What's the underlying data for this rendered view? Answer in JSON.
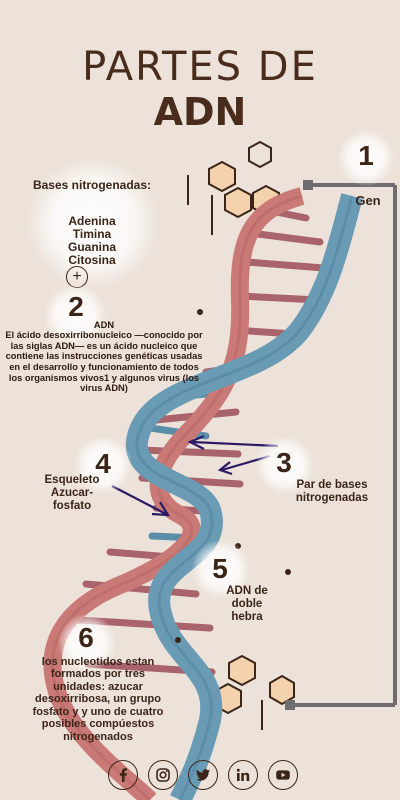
{
  "title": {
    "line1": "PARTES DE",
    "line2": "ADN"
  },
  "parts": {
    "p1": {
      "number": "1",
      "label": "Gen"
    },
    "bases": {
      "heading": "Bases nitrogenadas:",
      "items": [
        "Adenina",
        "Timina",
        "Guanina",
        "Citosina"
      ],
      "expand": "+"
    },
    "p2": {
      "number": "2",
      "heading": "ADN",
      "text": "El ácido desoxirribonucleico —conocido por las siglas ADN— es un ácido nucleico que contiene las instrucciones genéticas usadas en el desarrollo y funcionamiento de todos los organismos vivos1 y algunos virus (los virus ADN)"
    },
    "p3": {
      "number": "3",
      "label": "Par de bases nitrogenadas"
    },
    "p4": {
      "number": "4",
      "label": "Esqueleto Azucar-fosfato"
    },
    "p5": {
      "number": "5",
      "label": "ADN de doble hebra"
    },
    "p6": {
      "number": "6",
      "text": "los nucleotidos estan formados por tres unidades: azucar desoxirribosa, un grupo fosfato y y uno de cuatro posibles compúestos nitrogenados"
    }
  },
  "social": [
    {
      "icon": "facebook-icon"
    },
    {
      "icon": "instagram-icon"
    },
    {
      "icon": "twitter-icon"
    },
    {
      "icon": "linkedin-icon"
    },
    {
      "icon": "youtube-icon"
    }
  ],
  "colors": {
    "background": "#ece2d9",
    "text": "#3b2518",
    "strand_red": "#c97a76",
    "strand_blue": "#6a9bb4",
    "hexagon": "#f3d2ad",
    "bracket": "#6f6d72",
    "arrow": "#2a1a66"
  }
}
